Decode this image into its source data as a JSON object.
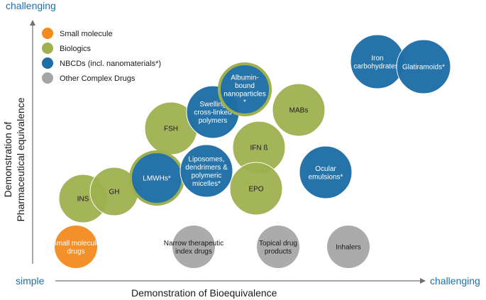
{
  "axes": {
    "y_top": "challenging",
    "x_left": "simple",
    "x_right": "challenging",
    "y_title_line1": "Demonstration of",
    "y_title_line2": "Pharmaceutical equivalence",
    "x_title": "Demonstration of Bioequivalence"
  },
  "colors": {
    "small": "#f28a1e",
    "bio": "#9fb04f",
    "nbcd": "#1f6ea6",
    "other": "#a6a6a6",
    "axis": "#1f6fa5"
  },
  "legend": [
    {
      "label": "Small molecule",
      "category": "small"
    },
    {
      "label": "Biologics",
      "category": "bio"
    },
    {
      "label": "NBCDs (incl. nanomaterials*)",
      "category": "nbcd"
    },
    {
      "label": "Other Complex Drugs",
      "category": "other"
    }
  ],
  "bubbles": [
    {
      "name": "ins",
      "category": "bio",
      "lines": [
        "INS"
      ]
    },
    {
      "name": "gh",
      "category": "bio",
      "lines": [
        "GH"
      ]
    },
    {
      "name": "fsh",
      "category": "bio",
      "lines": [
        "FSH"
      ]
    },
    {
      "name": "ifn",
      "category": "bio",
      "lines": [
        "IFN ß"
      ]
    },
    {
      "name": "epo",
      "category": "bio",
      "lines": [
        "EPO"
      ]
    },
    {
      "name": "mabs",
      "category": "bio",
      "lines": [
        "MABs"
      ]
    },
    {
      "name": "lmwhs",
      "category": "nbcd",
      "outlined": true,
      "lines": [
        "LMWHs*"
      ]
    },
    {
      "name": "swelling",
      "category": "nbcd",
      "lines": [
        "Swelling",
        "cross-linked",
        "polymers"
      ]
    },
    {
      "name": "albumin",
      "category": "nbcd",
      "outlined": true,
      "lines": [
        "Albumin-",
        "bound",
        "nanoparticles",
        "*"
      ]
    },
    {
      "name": "liposomes",
      "category": "nbcd",
      "lines": [
        "Liposomes,",
        "dendrimers &",
        "polymeric",
        "micelles*"
      ]
    },
    {
      "name": "ocular",
      "category": "nbcd",
      "lines": [
        "Ocular",
        "emulsions*"
      ]
    },
    {
      "name": "iron",
      "category": "nbcd",
      "lines": [
        "Iron",
        "carbohydrates*"
      ]
    },
    {
      "name": "glatiramoids",
      "category": "nbcd",
      "lines": [
        "Glatiramoids*"
      ]
    },
    {
      "name": "small-molecule-drugs",
      "category": "small",
      "lines": [
        "Small molecule",
        "drugs"
      ]
    },
    {
      "name": "narrow-therapeutic",
      "category": "other",
      "lines": [
        "Narrow therapeutic",
        "index drugs"
      ]
    },
    {
      "name": "topical",
      "category": "other",
      "lines": [
        "Topical drug",
        "products"
      ]
    },
    {
      "name": "inhalers",
      "category": "other",
      "lines": [
        "Inhalers"
      ]
    }
  ]
}
